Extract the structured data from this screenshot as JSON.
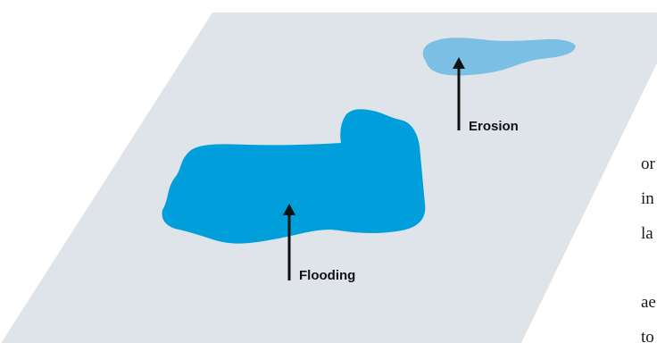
{
  "colors": {
    "plane": "#dfe4ea",
    "flood_fill": "#009fdc",
    "erosion_fill": "#7cbfe4",
    "arrow": "#111111"
  },
  "labels": {
    "erosion": "Erosion",
    "flooding": "Flooding"
  },
  "background_text_fragments": [
    "or",
    "in",
    "la",
    "ae",
    "to"
  ]
}
